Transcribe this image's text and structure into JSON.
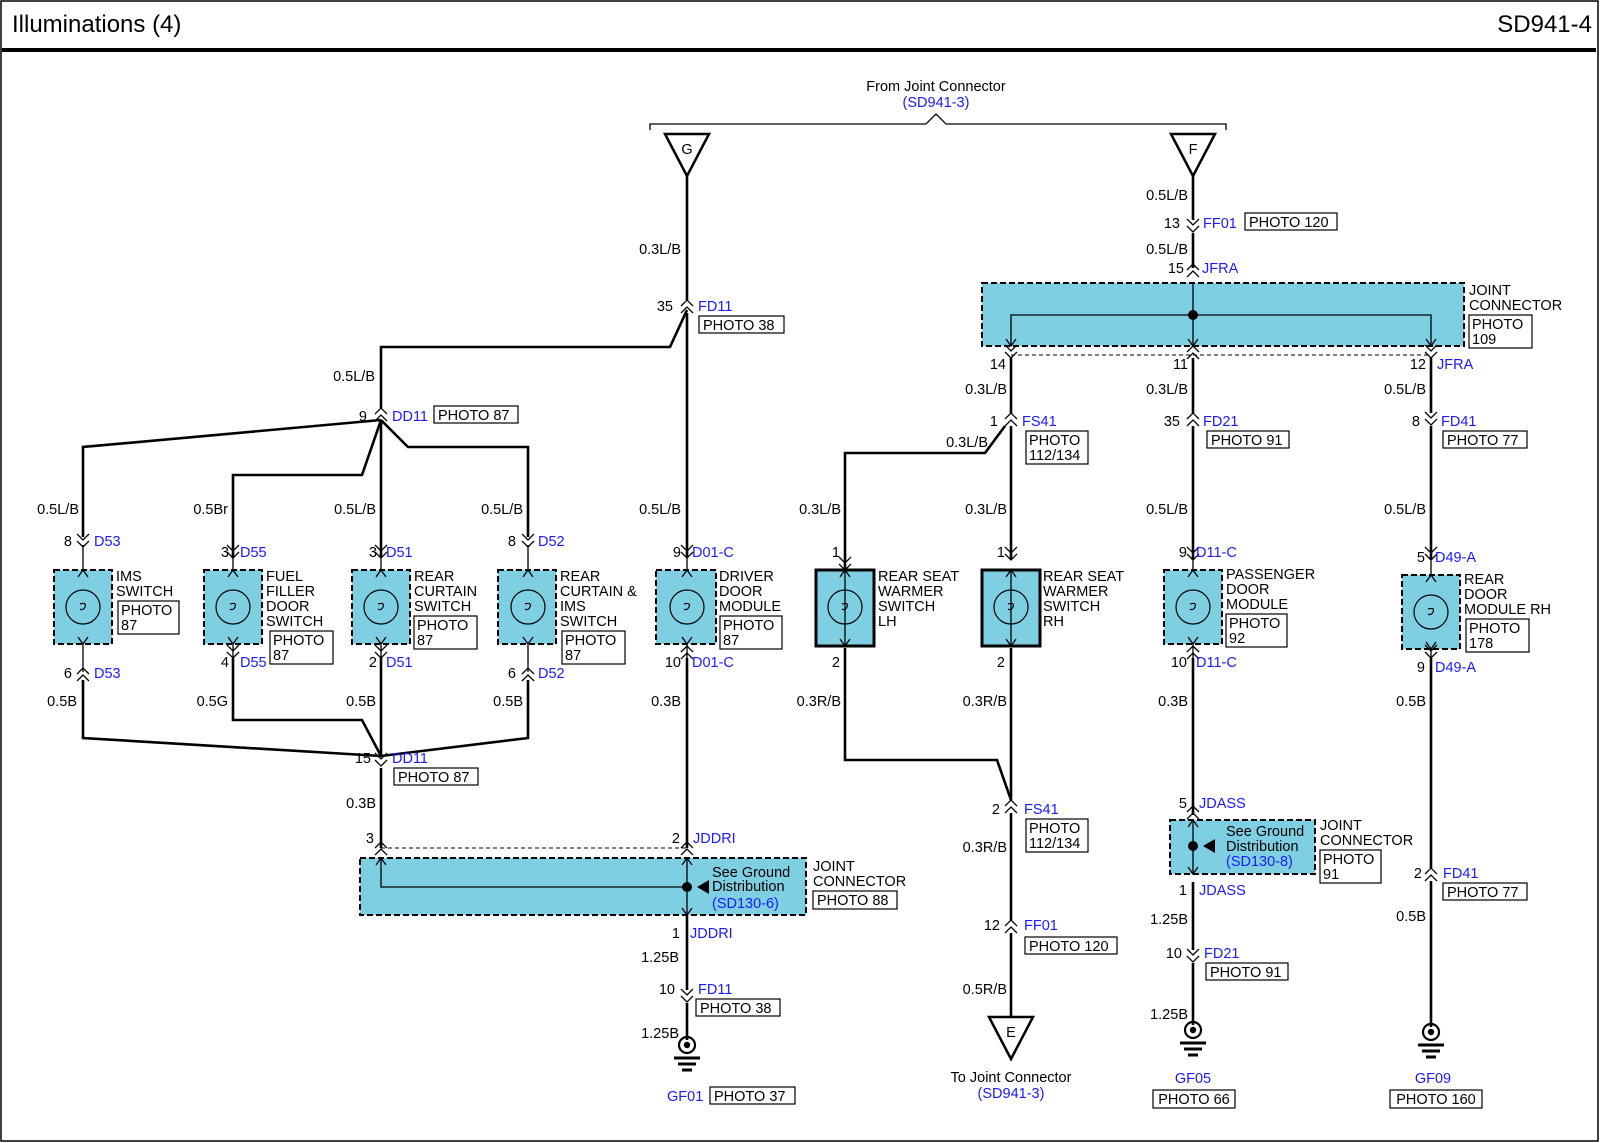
{
  "header": {
    "title": "Illuminations (4)",
    "code": "SD941-4"
  },
  "from_joint": {
    "label": "From Joint Connector",
    "ref": "(SD941-3)"
  },
  "to_joint": {
    "label": "To Joint Connector",
    "ref": "(SD941-3)"
  },
  "terminals": {
    "g": "G",
    "f": "F",
    "e": "E"
  },
  "wires": {
    "g_top": "0.3L/B",
    "g_dd11": "0.5L/B",
    "d53_top": "0.5L/B",
    "d55_top": "0.5Br",
    "d51_top": "0.5L/B",
    "d52_top": "0.5L/B",
    "d01_top": "0.5L/B",
    "d53_bot": "0.5B",
    "d55_bot": "0.5G",
    "d51_bot": "0.5B",
    "d52_bot": "0.5B",
    "d01_bot": "0.3B",
    "dd11_bot": "0.3B",
    "jddri_bot": "1.25B",
    "fd11_bot": "1.25B",
    "f_top": "0.5L/B",
    "ff01_bot": "0.5L/B",
    "jfra14": "0.3L/B",
    "fs41_left": "0.3L/B",
    "lh_top": "0.3L/B",
    "rh_top": "0.3L/B",
    "jfra11": "0.3L/B",
    "fd21_top": "0.5L/B",
    "jfra12": "0.5L/B",
    "fd41_top": "0.5L/B",
    "lh_bot": "0.3R/B",
    "rh_bot": "0.3R/B",
    "fs41_bot": "0.3R/B",
    "ff01b_bot": "0.5R/B",
    "d11c_bot": "0.3B",
    "jdass_bot": "1.25B",
    "fd21b_bot": "1.25B",
    "d49_bot": "0.5B",
    "fd41b_bot": "0.5B"
  },
  "connectors": {
    "fd11_top": {
      "pin": "35",
      "name": "FD11",
      "photo": "PHOTO 38"
    },
    "dd11_top": {
      "pin": "9",
      "name": "DD11",
      "photo": "PHOTO 87"
    },
    "d53_top": {
      "pin": "8",
      "name": "D53"
    },
    "d55_top": {
      "pin": "3",
      "name": "D55"
    },
    "d51_top": {
      "pin": "3",
      "name": "D51"
    },
    "d52_top": {
      "pin": "8",
      "name": "D52"
    },
    "d01c_top": {
      "pin": "9",
      "name": "D01-C"
    },
    "d53_bot": {
      "pin": "6",
      "name": "D53"
    },
    "d55_bot": {
      "pin": "4",
      "name": "D55"
    },
    "d51_bot": {
      "pin": "2",
      "name": "D51"
    },
    "d52_bot": {
      "pin": "6",
      "name": "D52"
    },
    "d01c_bot": {
      "pin": "10",
      "name": "D01-C"
    },
    "dd11_bot": {
      "pin": "15",
      "name": "DD11",
      "photo": "PHOTO 87"
    },
    "jddri_left": {
      "pin": "3"
    },
    "jddri_top": {
      "pin": "2",
      "name": "JDDRI"
    },
    "jddri_bot": {
      "pin": "1",
      "name": "JDDRI"
    },
    "fd11_bot": {
      "pin": "10",
      "name": "FD11",
      "photo": "PHOTO 38"
    },
    "gf01": {
      "name": "GF01",
      "photo": "PHOTO 37"
    },
    "ff01_top": {
      "pin": "13",
      "name": "FF01",
      "photo": "PHOTO 120"
    },
    "jfra_top": {
      "pin": "15",
      "name": "JFRA"
    },
    "jfra_14": {
      "pin": "14"
    },
    "jfra_11": {
      "pin": "11"
    },
    "jfra_12": {
      "pin": "12",
      "name": "JFRA"
    },
    "fs41_top": {
      "pin": "1",
      "name": "FS41",
      "photo1": "PHOTO",
      "photo2": "112/134"
    },
    "fd21_top": {
      "pin": "35",
      "name": "FD21",
      "photo": "PHOTO 91"
    },
    "fd41_top": {
      "pin": "8",
      "name": "FD41",
      "photo": "PHOTO 77"
    },
    "lh_top": {
      "pin": "1"
    },
    "lh_bot": {
      "pin": "2"
    },
    "rh_top": {
      "pin": "1"
    },
    "rh_bot": {
      "pin": "2"
    },
    "d11c_top": {
      "pin": "9",
      "name": "D11-C"
    },
    "d11c_bot": {
      "pin": "10",
      "name": "D11-C"
    },
    "d49a_top": {
      "pin": "5",
      "name": "D49-A"
    },
    "d49a_bot": {
      "pin": "9",
      "name": "D49-A"
    },
    "fs41_bot": {
      "pin": "2",
      "name": "FS41",
      "photo1": "PHOTO",
      "photo2": "112/134"
    },
    "ff01_bot": {
      "pin": "12",
      "name": "FF01",
      "photo": "PHOTO 120"
    },
    "jdass_top": {
      "pin": "5",
      "name": "JDASS"
    },
    "jdass_bot": {
      "pin": "1",
      "name": "JDASS"
    },
    "fd21_bot": {
      "pin": "10",
      "name": "FD21",
      "photo": "PHOTO 91"
    },
    "fd41_bot": {
      "pin": "2",
      "name": "FD41",
      "photo": "PHOTO 77"
    },
    "gf05": {
      "name": "GF05",
      "photo": "PHOTO 66"
    },
    "gf09": {
      "name": "GF09",
      "photo": "PHOTO 160"
    }
  },
  "components": {
    "ims": {
      "l1": "IMS",
      "l2": "SWITCH",
      "p1": "PHOTO",
      "p2": "87"
    },
    "fuel": {
      "l1": "FUEL",
      "l2": "FILLER",
      "l3": "DOOR",
      "l4": "SWITCH",
      "p1": "PHOTO",
      "p2": "87"
    },
    "curtain": {
      "l1": "REAR",
      "l2": "CURTAIN",
      "l3": "SWITCH",
      "p1": "PHOTO",
      "p2": "87"
    },
    "curtainims": {
      "l1": "REAR",
      "l2": "CURTAIN &",
      "l3": "IMS",
      "l4": "SWITCH",
      "p1": "PHOTO",
      "p2": "87"
    },
    "driver": {
      "l1": "DRIVER",
      "l2": "DOOR",
      "l3": "MODULE",
      "p1": "PHOTO",
      "p2": "87"
    },
    "seatlh": {
      "l1": "REAR SEAT",
      "l2": "WARMER",
      "l3": "SWITCH",
      "l4": "LH"
    },
    "seatrh": {
      "l1": "REAR SEAT",
      "l2": "WARMER",
      "l3": "SWITCH",
      "l4": "RH"
    },
    "passenger": {
      "l1": "PASSENGER",
      "l2": "DOOR",
      "l3": "MODULE",
      "p1": "PHOTO",
      "p2": "92"
    },
    "reardoor": {
      "l1": "REAR",
      "l2": "DOOR",
      "l3": "MODULE RH",
      "p1": "PHOTO",
      "p2": "178"
    }
  },
  "joint_jfra": {
    "l1": "JOINT",
    "l2": "CONNECTOR",
    "p1": "PHOTO",
    "p2": "109"
  },
  "joint_jddri": {
    "l1": "JOINT",
    "l2": "CONNECTOR",
    "photo": "PHOTO 88",
    "see1": "See Ground",
    "see2": "Distribution",
    "ref": "(SD130-6)"
  },
  "joint_jdass": {
    "l1": "JOINT",
    "l2": "CONNECTOR",
    "p1": "PHOTO",
    "p2": "91",
    "see1": "See Ground",
    "see2": "Distribution",
    "ref": "(SD130-8)"
  }
}
